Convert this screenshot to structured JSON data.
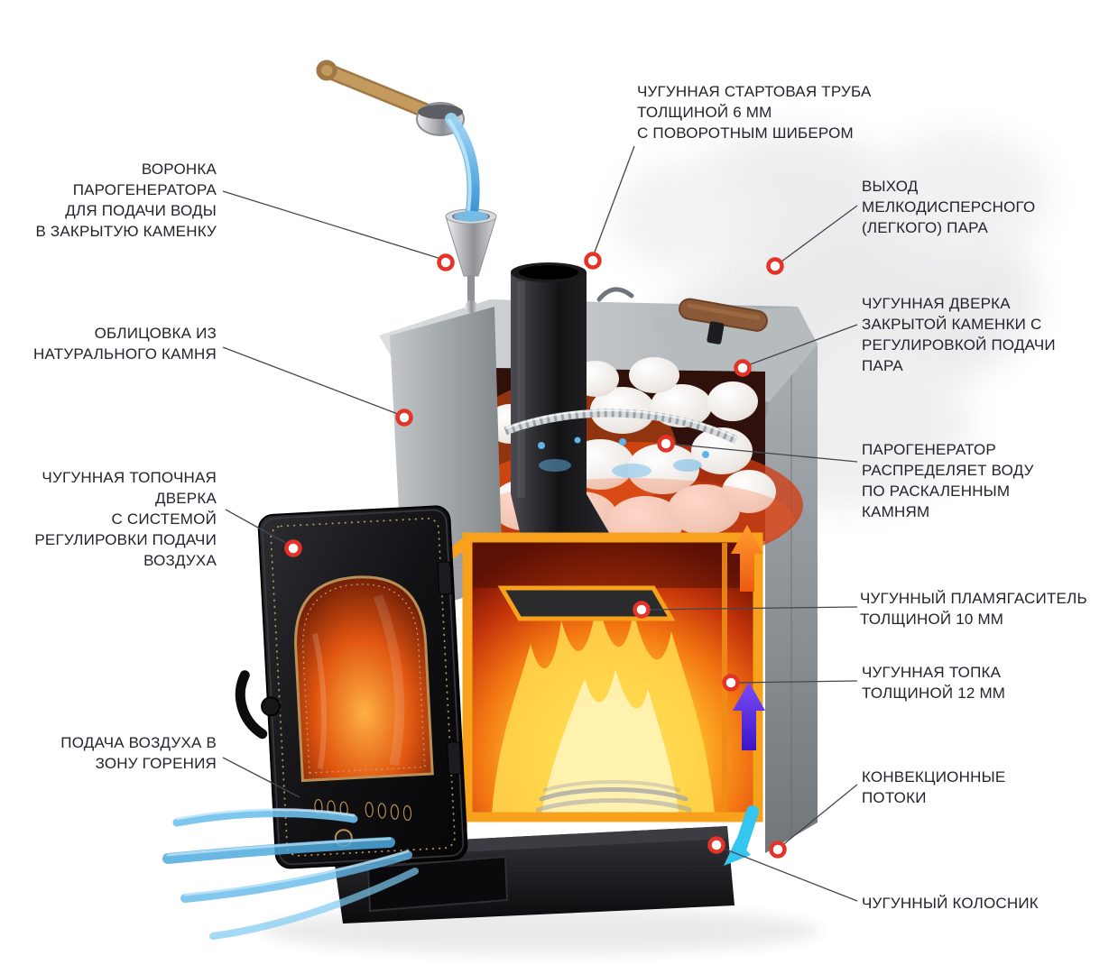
{
  "page": {
    "background": "#ffffff",
    "type": "annotated-stove-diagram"
  },
  "colors": {
    "label_text": "#23232e",
    "leader_line": "#45454d",
    "marker_ring": "#e5332a",
    "cutaway_orange": "#f8a11c",
    "arrow_orange": "#f47b16",
    "arrow_purple": "#5627e0",
    "arrow_cyan": "#35c6f0",
    "air_stream_blue": "#5bb5e6",
    "water_blue": "#3f9fd8",
    "stone_grey": "#aeb3b6"
  },
  "labels": [
    {
      "id": "funnel",
      "text": "ВОРОНКА\nПАРОГЕНЕРАТОРА\nДЛЯ ПОДАЧИ ВОДЫ\nВ ЗАКРЫТУЮ КАМЕНКУ"
    },
    {
      "id": "cladding",
      "text": "ОБЛИЦОВКА ИЗ\nНАТУРАЛЬНОГО КАМНЯ"
    },
    {
      "id": "firebox-door",
      "text": "ЧУГУННАЯ ТОПОЧНАЯ\nДВЕРКА\nС СИСТЕМОЙ\nРЕГУЛИРОВКИ ПОДАЧИ\nВОЗДУХА"
    },
    {
      "id": "air-supply",
      "text": "ПОДАЧА ВОЗДУХА В\nЗОНУ ГОРЕНИЯ"
    },
    {
      "id": "chimney",
      "text": "ЧУГУННАЯ СТАРТОВАЯ ТРУБА\nТОЛЩИНОЙ 6 ММ\nС ПОВОРОТНЫМ ШИБЕРОМ"
    },
    {
      "id": "steam-outlet",
      "text": "ВЫХОД\nМЕЛКОДИСПЕРСНОГО\n(ЛЕГКОГО) ПАРА"
    },
    {
      "id": "steam-door",
      "text": "ЧУГУННАЯ ДВЕРКА\nЗАКРЫТОЙ КАМЕНКИ С\nРЕГУЛИРОВКОЙ ПОДАЧИ\nПАРА"
    },
    {
      "id": "steam-generator",
      "text": "ПАРОГЕНЕРАТОР\nРАСПРЕДЕЛЯЕТ ВОДУ\nПО РАСКАЛЕННЫМ\nКАМНЯМ"
    },
    {
      "id": "flame-arrestor",
      "text": "ЧУГУННЫЙ ПЛАМЯГАСИТЕЛЬ\nТОЛЩИНОЙ 10 ММ"
    },
    {
      "id": "firebox",
      "text": "ЧУГУННАЯ ТОПКА\nТОЛЩИНОЙ 12 ММ"
    },
    {
      "id": "convection",
      "text": "КОНВЕКЦИОННЫЕ\nПОТОКИ"
    },
    {
      "id": "grate",
      "text": "ЧУГУННЫЙ КОЛОСНИК"
    }
  ]
}
